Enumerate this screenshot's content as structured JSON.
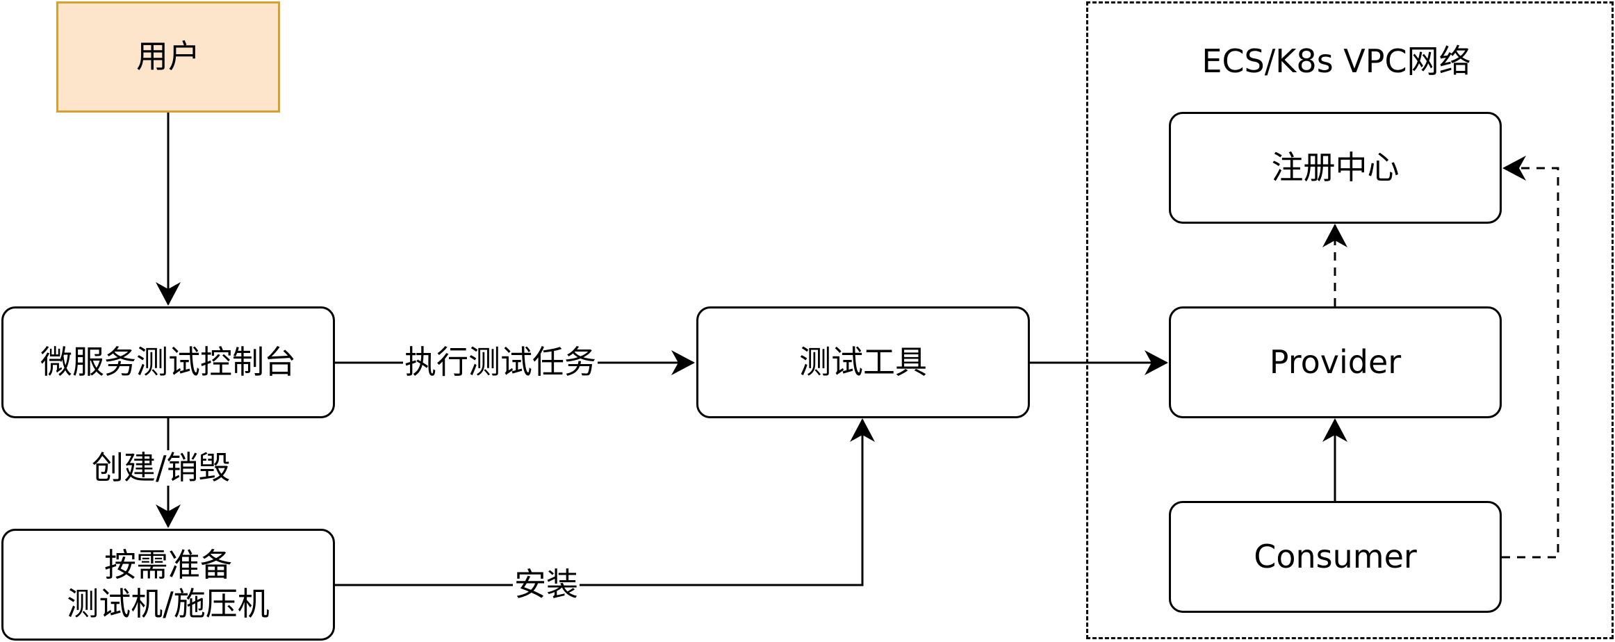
{
  "nodes": {
    "user": "用户",
    "console": "微服务测试控制台",
    "machines_line1": "按需准备",
    "machines_line2": "测试机/施压机",
    "tool": "测试工具",
    "registry": "注册中心",
    "provider": "Provider",
    "consumer": "Consumer"
  },
  "group": {
    "title": "ECS/K8s VPC网络"
  },
  "edges": {
    "execute": "执行测试任务",
    "create_destroy": "创建/销毁",
    "install": "安装"
  },
  "colors": {
    "user_fill": "#fde5cc",
    "user_border": "#d9a02e",
    "stroke": "#000000"
  }
}
